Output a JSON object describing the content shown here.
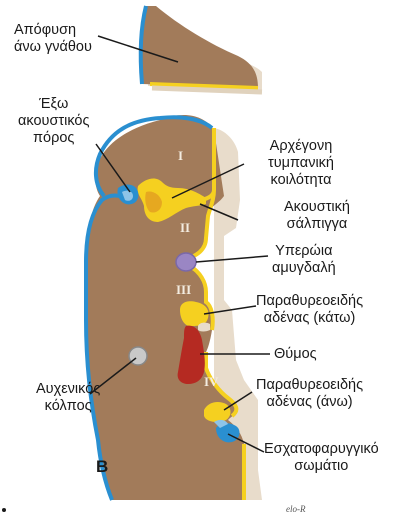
{
  "labels": {
    "maxillary_process": [
      "Απόφυση",
      "άνω γνάθου"
    ],
    "external_acoustic_meatus": [
      "Έξω",
      "ακουστικός",
      "πόρος"
    ],
    "primitive_tympanic_cavity": [
      "Αρχέγονη",
      "τυμπανική",
      "κοιλότητα"
    ],
    "auditory_tube": [
      "Ακουστική",
      "σάλπιγγα"
    ],
    "palatine_tonsil": [
      "Υπερώια",
      "αμυγδαλή"
    ],
    "parathyroid_lower": [
      "Παραθυρεοειδής",
      "αδένας (κάτω)"
    ],
    "thymus": [
      "Θύμος"
    ],
    "cervical_sinus": [
      "Αυχενικός",
      "κόλπος"
    ],
    "parathyroid_upper": [
      "Παραθυρεοειδής",
      "αδένας (άνω)"
    ],
    "ultimobranchial_body": [
      "Εσχατοφαρυγγικό",
      "σωμάτιο"
    ]
  },
  "pouch_numerals": [
    "I",
    "II",
    "III",
    "IV"
  ],
  "panel_letter": "B",
  "signature": "elo-R",
  "colors": {
    "tissue": "#a27b5a",
    "tissue_light": "#e8dccb",
    "ectoderm": "#2a8fd0",
    "endoderm": "#f5d020",
    "tonsil": "#9a86c4",
    "thymus": "#b52a22",
    "sinus": "#c9c9c9"
  }
}
